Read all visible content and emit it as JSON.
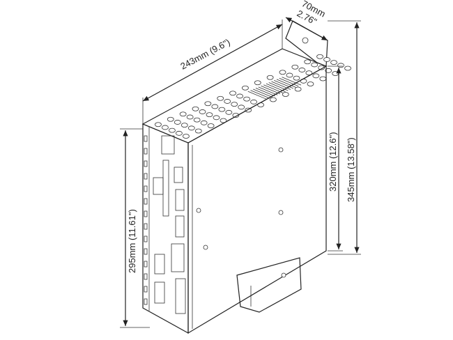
{
  "dimensions": {
    "depth": {
      "line1": "70mm",
      "line2": "2.76\""
    },
    "width": "243mm (9.6\")",
    "height_panel": "320mm (12.6\")",
    "height_total": "345mm (13.58\")",
    "height_side": "295mm (11.61\")"
  },
  "colors": {
    "line": "#222222",
    "background": "#ffffff"
  }
}
